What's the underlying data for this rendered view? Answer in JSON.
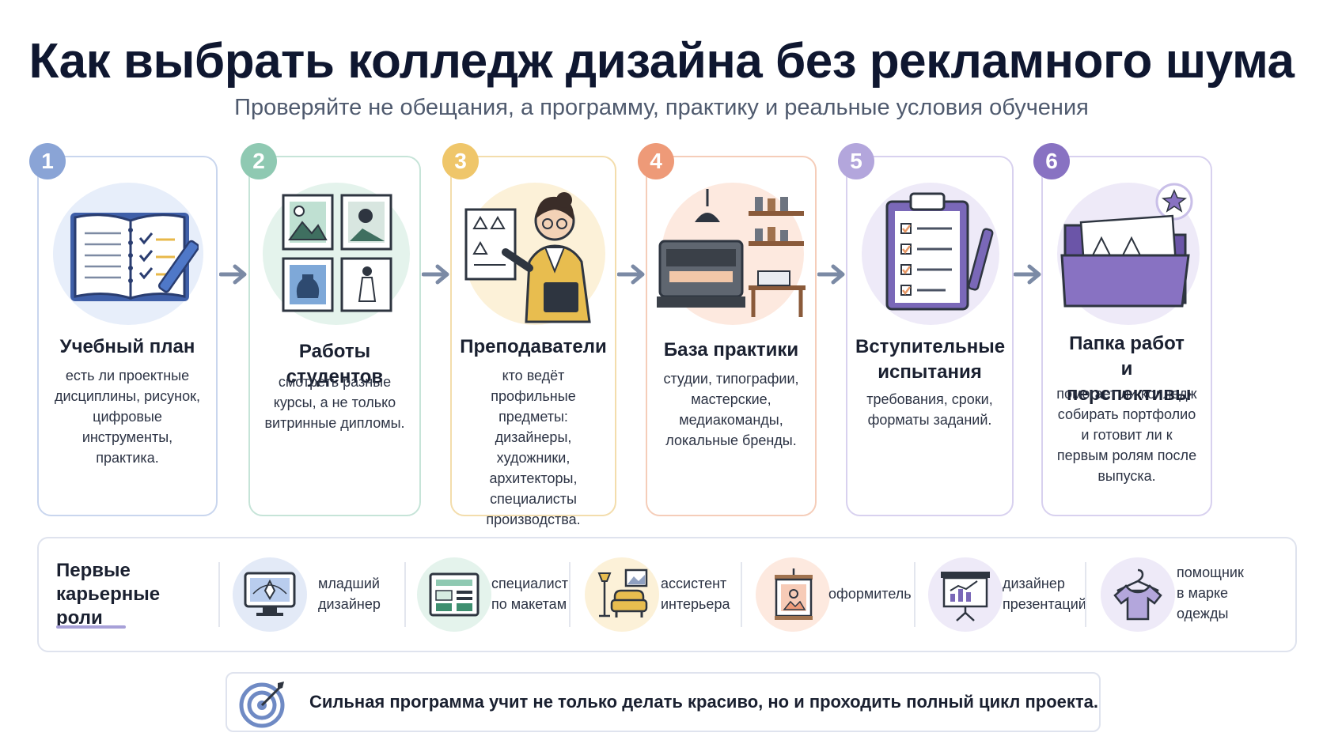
{
  "title": "Как выбрать колледж дизайна без рекламного шума",
  "subtitle": "Проверяйте не обещания, а программу, практику и реальные условия обучения",
  "colors": {
    "blue": "#8aa4d6",
    "green": "#8fc9b2",
    "yellow": "#efc66a",
    "orange": "#ee9a78",
    "purple": "#b3a6dc",
    "violet": "#8872c2",
    "arrow": "#7b8aa5"
  },
  "steps": [
    {
      "number": "1",
      "title": "Учебный план",
      "text": "есть ли проектные дисциплины, рисунок, цифровые инструменты, практика.",
      "icon": "notebook-checklist-icon"
    },
    {
      "number": "2",
      "title": "Работы студентов",
      "text": "смотреть разные курсы, а не только витринные дипломы.",
      "icon": "student-works-gallery-icon"
    },
    {
      "number": "3",
      "title": "Преподаватели",
      "text": "кто ведёт профильные предметы: дизайнеры, художники, архитекторы, специалисты производства.",
      "icon": "teacher-icon"
    },
    {
      "number": "4",
      "title": "База практики",
      "text": "студии, типографии, мастерские, медиакоманды, локальные бренды.",
      "icon": "printer-workshop-icon"
    },
    {
      "number": "5",
      "title": "Вступительные испытания",
      "text": "требования, сроки, форматы заданий.",
      "icon": "clipboard-checklist-icon"
    },
    {
      "number": "6",
      "title": "Папка работ и перспективы",
      "text": "помогает ли колледж собирать портфолио и готовит ли к первым ролям после выпуска.",
      "icon": "portfolio-folder-icon"
    }
  ],
  "roles": {
    "title": "Первые карьерные роли",
    "items": [
      {
        "label": "младший дизайнер",
        "icon": "monitor-pen-tool-icon"
      },
      {
        "label": "специалист по макетам",
        "icon": "layout-mockup-icon"
      },
      {
        "label": "ассистент интерьера",
        "icon": "armchair-lamp-icon"
      },
      {
        "label": "оформитель",
        "icon": "poster-frame-icon"
      },
      {
        "label": "дизайнер презентаций",
        "icon": "presentation-board-icon"
      },
      {
        "label": "помощник в марке одежды",
        "icon": "tshirt-hanger-icon"
      }
    ]
  },
  "footer": {
    "text": "Сильная программа учит не только делать красиво, но и проходить полный цикл проекта.",
    "icon": "target-arrow-icon"
  }
}
